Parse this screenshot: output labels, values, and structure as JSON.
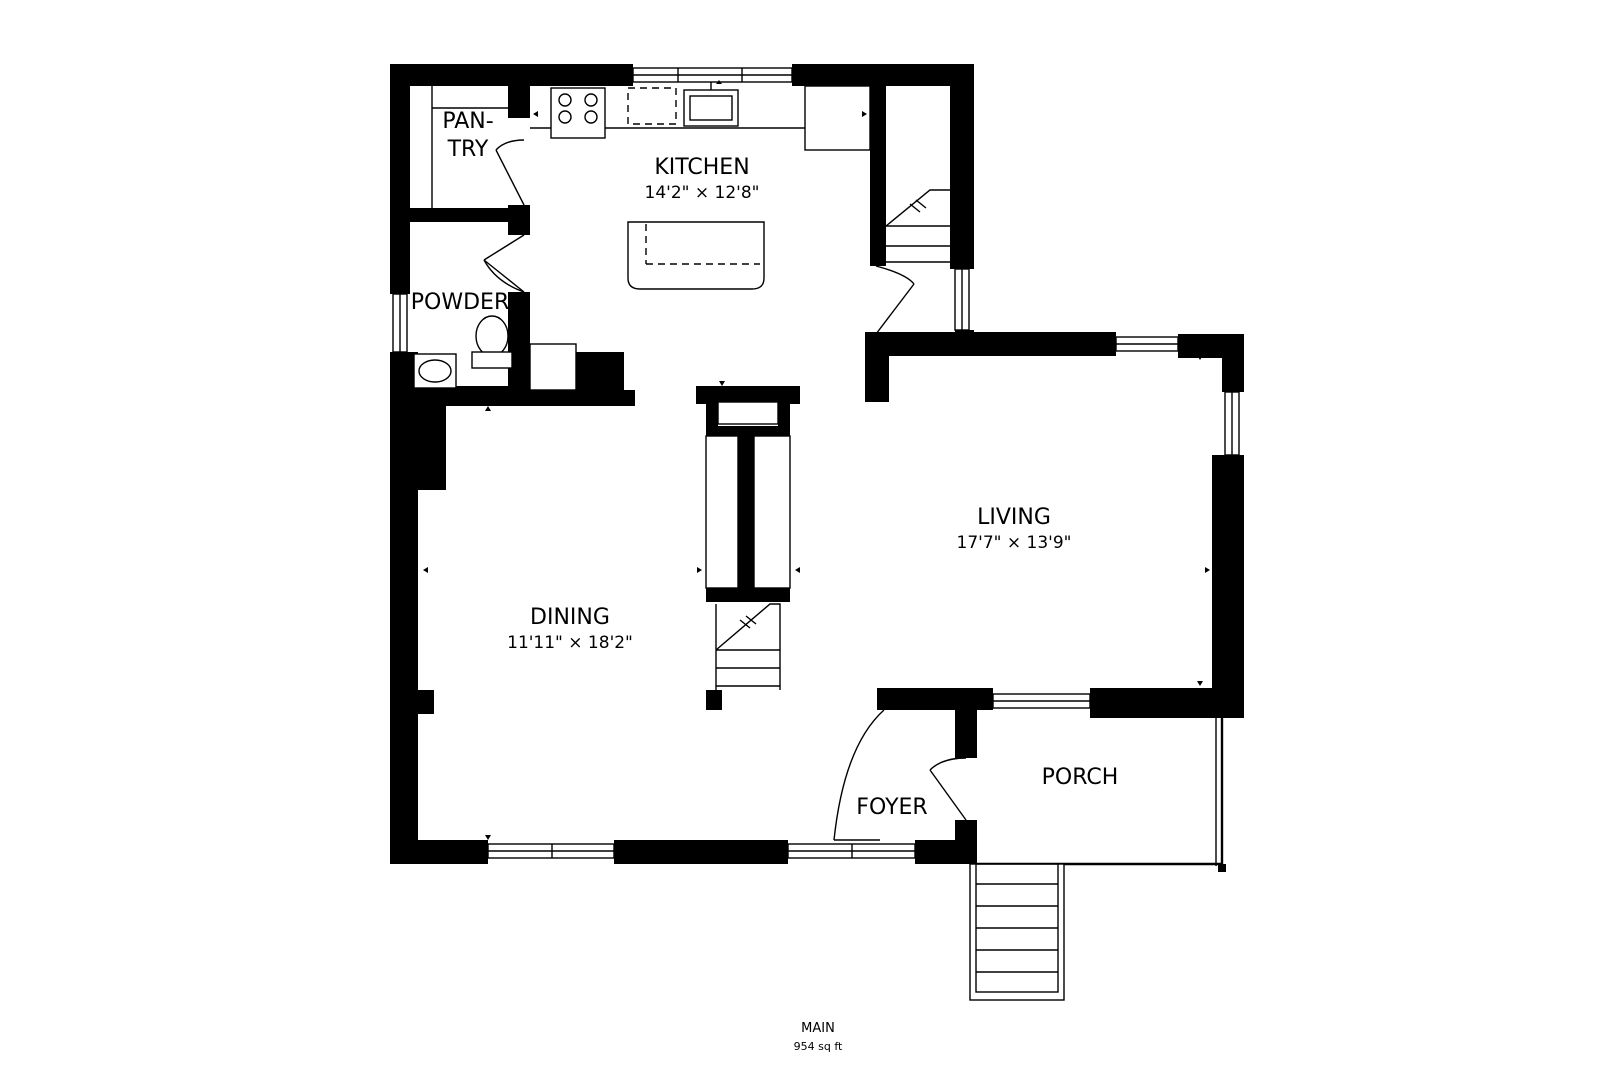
{
  "rooms": {
    "kitchen": {
      "name": "KITCHEN",
      "dims": "14'2\" × 12'8\""
    },
    "pantry": {
      "name_line1": "PAN-",
      "name_line2": "TRY"
    },
    "powder": {
      "name": "POWDER"
    },
    "dining": {
      "name": "DINING",
      "dims": "11'11\" × 18'2\""
    },
    "living": {
      "name": "LIVING",
      "dims": "17'7\" × 13'9\""
    },
    "foyer": {
      "name": "FOYER"
    },
    "porch": {
      "name": "PORCH"
    }
  },
  "floor": {
    "name": "MAIN",
    "area": "954 sq ft"
  },
  "colors": {
    "wall": "#000000",
    "background": "#ffffff"
  },
  "icons": [
    "stove-icon",
    "sink-icon",
    "toilet-icon",
    "vanity-sink-icon",
    "stairs-icon",
    "door-swing-icon",
    "window-icon"
  ]
}
